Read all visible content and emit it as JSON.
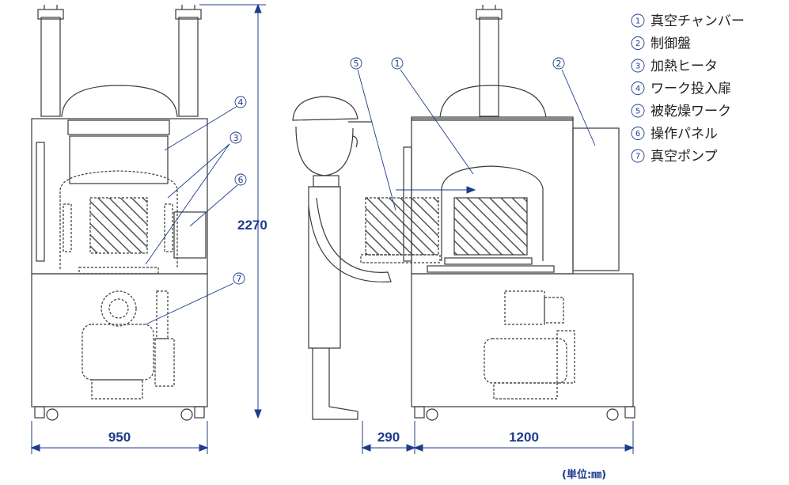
{
  "callouts": {
    "c4": "4",
    "c3": "3",
    "c6": "6",
    "c7": "7",
    "c5": "5",
    "c1": "1",
    "c2": "2"
  },
  "dimensions": {
    "height": "2270",
    "front_width": "950",
    "side_gap": "290",
    "side_width": "1200",
    "unit": "(単位:㎜)"
  },
  "legend": [
    {
      "num": "1",
      "label": "真空チャンバー"
    },
    {
      "num": "2",
      "label": "制御盤"
    },
    {
      "num": "3",
      "label": "加熱ヒータ"
    },
    {
      "num": "4",
      "label": "ワーク投入扉"
    },
    {
      "num": "5",
      "label": "被乾燥ワーク"
    },
    {
      "num": "6",
      "label": "操作パネル"
    },
    {
      "num": "7",
      "label": "真空ポンプ"
    }
  ],
  "colors": {
    "line": "#3a3a3a",
    "accent": "#1e3c8c",
    "hatch": "#555555"
  }
}
